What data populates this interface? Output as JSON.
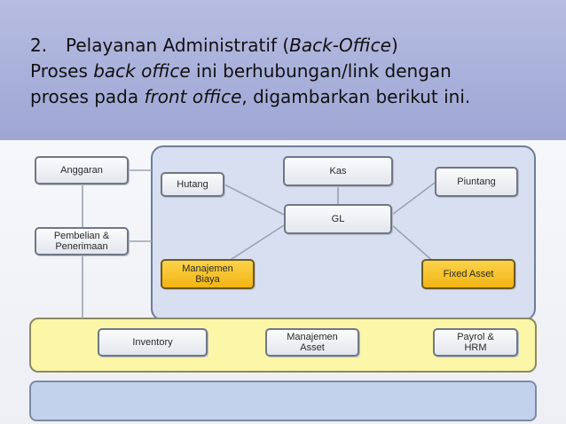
{
  "slide": {
    "number": "2.",
    "heading_prefix": "Pelayanan Administratif (",
    "heading_italic": "Back-Office",
    "heading_suffix": ")",
    "line2_prefix": "Proses ",
    "line2_italic": "back office",
    "line2_suffix": " ini berhubungan/link dengan",
    "line3_prefix": "proses pada ",
    "line3_italic": "front office",
    "line3_suffix": ", digambarkan berikut ini."
  },
  "diagram": {
    "nodes": {
      "anggaran": "Anggaran",
      "pembelian": "Pembelian &\nPenerimaan",
      "hutang": "Hutang",
      "kas": "Kas",
      "piutang": "Piuntang",
      "gl": "GL",
      "manajemen_biaya": "Manajemen\nBiaya",
      "fixed_asset": "Fixed Asset",
      "inventory": "Inventory",
      "manajemen_asset": "Manajemen\nAsset",
      "payrol": "Payrol &\nHRM"
    },
    "colors": {
      "header_bg": "#a9b0da",
      "back_office_bg": "#d7dff0",
      "front_office_bg": "#fbf6a8",
      "highlight_box": "#f7c62a",
      "bottom_bar": "#c3d2ec"
    }
  }
}
